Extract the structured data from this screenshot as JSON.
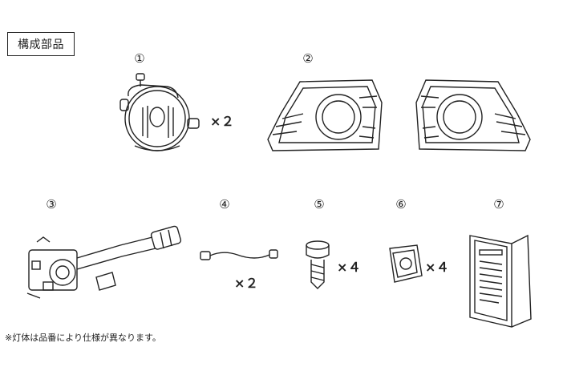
{
  "header": {
    "title": "構成部品"
  },
  "parts": [
    {
      "number": "①",
      "icon": "fog-lamp-icon",
      "quantity": "×２"
    },
    {
      "number": "②",
      "icon": "bezel-icon",
      "quantity": ""
    },
    {
      "number": "③",
      "icon": "combination-switch-icon",
      "quantity": ""
    },
    {
      "number": "④",
      "icon": "wire-harness-icon",
      "quantity": "×２"
    },
    {
      "number": "⑤",
      "icon": "bolt-icon",
      "quantity": "×４"
    },
    {
      "number": "⑥",
      "icon": "clip-nut-icon",
      "quantity": "×４"
    },
    {
      "number": "⑦",
      "icon": "manual-icon",
      "quantity": ""
    }
  ],
  "footer": {
    "note": "※灯体は品番により仕様が異なります。"
  }
}
